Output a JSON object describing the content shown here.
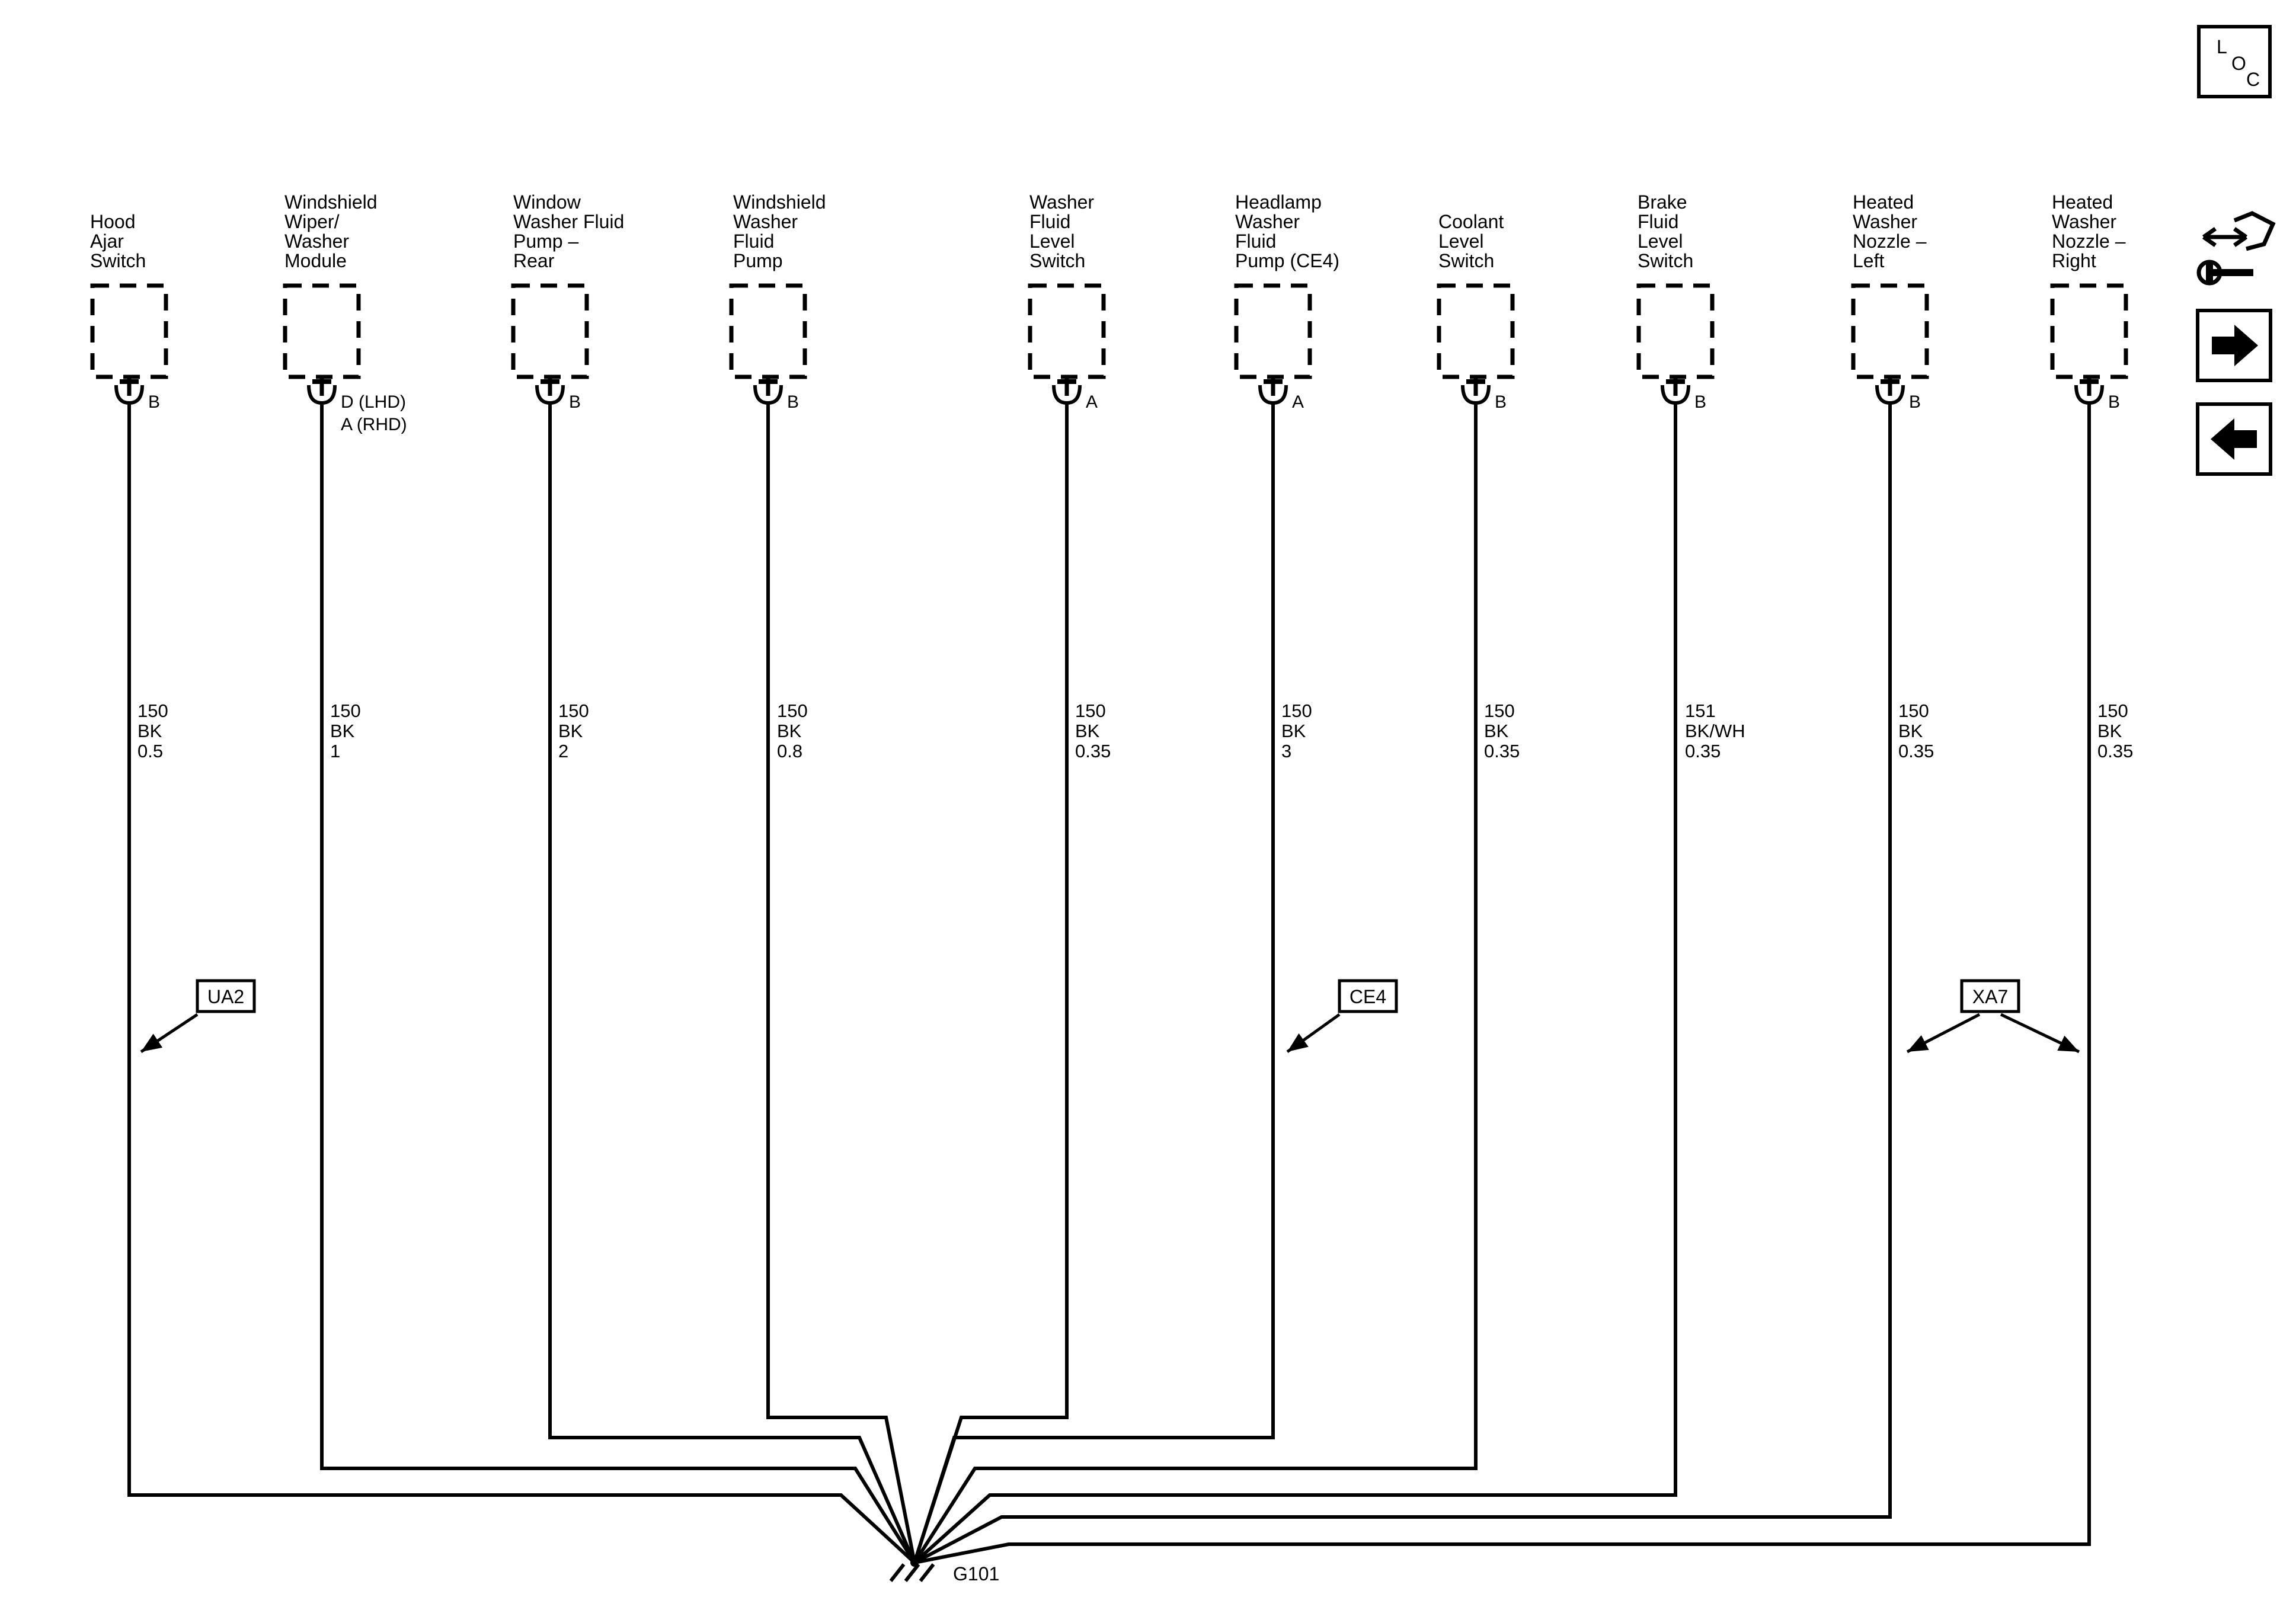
{
  "components": [
    {
      "name": [
        "Hood",
        "Ajar",
        "Switch"
      ],
      "pin": [
        "B"
      ],
      "wire": [
        "150",
        "BK",
        "0.5"
      ]
    },
    {
      "name": [
        "Windshield",
        "Wiper/",
        "Washer",
        "Module"
      ],
      "pin": [
        "D (LHD)",
        "A (RHD)"
      ],
      "wire": [
        "150",
        "BK",
        "1"
      ]
    },
    {
      "name": [
        "Window",
        "Washer Fluid",
        "Pump –",
        "Rear"
      ],
      "pin": [
        "B"
      ],
      "wire": [
        "150",
        "BK",
        "2"
      ]
    },
    {
      "name": [
        "Windshield",
        "Washer",
        "Fluid",
        "Pump"
      ],
      "pin": [
        "B"
      ],
      "wire": [
        "150",
        "BK",
        "0.8"
      ]
    },
    {
      "name": [
        "Washer",
        "Fluid",
        "Level",
        "Switch"
      ],
      "pin": [
        "A"
      ],
      "wire": [
        "150",
        "BK",
        "0.35"
      ]
    },
    {
      "name": [
        "Headlamp",
        "Washer",
        "Fluid",
        "Pump (CE4)"
      ],
      "pin": [
        "A"
      ],
      "wire": [
        "150",
        "BK",
        "3"
      ]
    },
    {
      "name": [
        "Coolant",
        "Level",
        "Switch"
      ],
      "pin": [
        "B"
      ],
      "wire": [
        "150",
        "BK",
        "0.35"
      ]
    },
    {
      "name": [
        "Brake",
        "Fluid",
        "Level",
        "Switch"
      ],
      "pin": [
        "B"
      ],
      "wire": [
        "151",
        "BK/WH",
        "0.35"
      ]
    },
    {
      "name": [
        "Heated",
        "Washer",
        "Nozzle –",
        "Left"
      ],
      "pin": [
        "B"
      ],
      "wire": [
        "150",
        "BK",
        "0.35"
      ]
    },
    {
      "name": [
        "Heated",
        "Washer",
        "Nozzle –",
        "Right"
      ],
      "pin": [
        "B"
      ],
      "wire": [
        "150",
        "BK",
        "0.35"
      ]
    }
  ],
  "option_tags": [
    "UA2",
    "CE4",
    "XA7"
  ],
  "ground": "G101",
  "loc_icon": {
    "letters": [
      "L",
      "O",
      "C"
    ]
  },
  "nav_icons": [
    "connector-tool-icon",
    "arrow-right-icon",
    "arrow-left-icon"
  ]
}
